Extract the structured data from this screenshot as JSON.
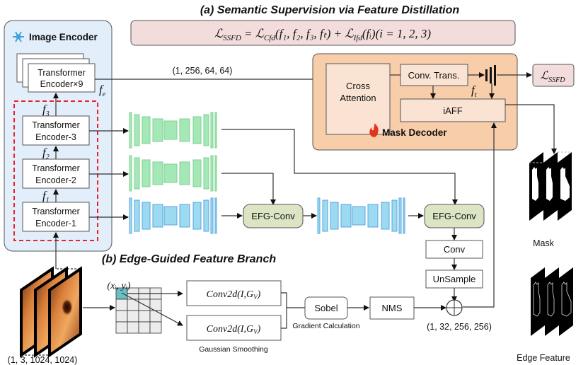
{
  "title_a": "(a) Semantic Supervision via Feature Distillation",
  "title_b": "(b) Edge-Guided Feature Branch",
  "formula": {
    "lhs": "ℒ",
    "lhs_sub": "SSFD",
    "eq": " = ℒ",
    "cfd_sub": "Cfd",
    "cfd_args": "(f₁, f₂, f₃, fₜ) + ℒ",
    "ifd_sub": "Ifd",
    "ifd_args": "(fᵢ)(i = 1, 2, 3)"
  },
  "encoder": {
    "label": "Image Encoder",
    "icon": "snowflake-icon",
    "stack_label_1": "Transformer",
    "stack_label_2": "Encoder×9",
    "fe": "f",
    "fe_sub": "e",
    "blocks": [
      {
        "l1": "Transformer",
        "l2": "Encoder-3"
      },
      {
        "l1": "Transformer",
        "l2": "Encoder-2"
      },
      {
        "l1": "Transformer",
        "l2": "Encoder-1"
      }
    ],
    "features": [
      {
        "f": "f",
        "sub": "3"
      },
      {
        "f": "f",
        "sub": "2"
      },
      {
        "f": "f",
        "sub": "1"
      }
    ]
  },
  "shape_top": "(1, 256, 64, 64)",
  "decoder": {
    "label": "Mask Decoder",
    "icon": "flame-icon",
    "cross_attention_1": "Cross",
    "cross_attention_2": "Attention",
    "conv_trans": "Conv. Trans.",
    "iaff": "iAFF",
    "ft": "f",
    "ft_sub": "t"
  },
  "loss_box": {
    "l": "ℒ",
    "sub": "SSFD"
  },
  "efg_conv_1": "EFG-Conv",
  "efg_conv_2": "EFG-Conv",
  "conv": "Conv",
  "unsample": "UnSample",
  "input_shape": "(1, 3, 1024, 1024)",
  "coord": "(xᵢ, yᵢ)",
  "conv2d_1": "Conv2d(I,G",
  "conv2d_2": "Conv2d(I,G",
  "conv2d_sub": "V",
  "gaussian": "Gaussian Smoothing",
  "sobel": "Sobel",
  "gradient": "Gradient Calculation",
  "nms": "NMS",
  "shape_edge": "(1,  32, 256, 256)",
  "mask_label": "Mask",
  "edge_label": "Edge Feature",
  "colors": {
    "encoder_bg": "#e3eefb",
    "decoder_bg": "#f8cdaa",
    "decoder_inner": "#fae3d2",
    "formula_bg": "#f2dcdc",
    "efg_bg": "#dbe4c3",
    "green": "#a5e8b8",
    "green_stroke": "#7fd08f",
    "blue": "#9bdaf0",
    "blue_stroke": "#5aa4de",
    "red_dash": "#e8232a",
    "teal": "#6bbec4"
  }
}
